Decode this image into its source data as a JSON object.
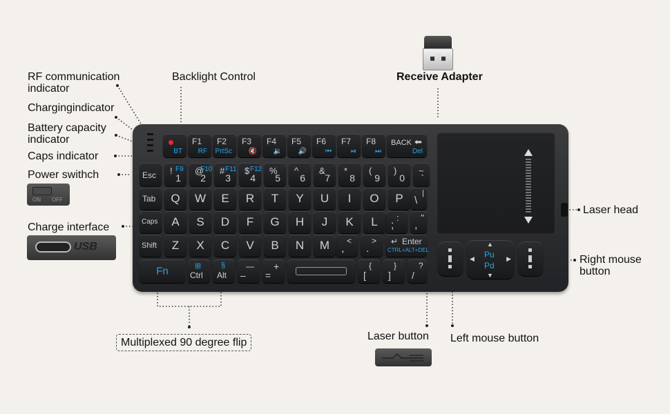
{
  "labels": {
    "rf": "RF communication\nindicator",
    "charging": "Chargingindicator",
    "battery": "Battery capacity\nindicator",
    "caps": "Caps indicator",
    "power": "Power swithch",
    "charge": "Charge interface",
    "backlight": "Backlight Control",
    "receive": "Receive Adapter",
    "laserhead": "Laser head",
    "rightmouse": "Right mouse\nbutton",
    "leftmouse": "Left mouse button",
    "laserbutton": "Laser button",
    "multiplexed": "Multiplexed 90 degree flip"
  },
  "devices": {
    "switch_on": "ON",
    "switch_off": "OFF",
    "usb": "USB"
  },
  "keys": {
    "bt": "BT",
    "f1": "F1",
    "f1b": "RF",
    "f2": "F2",
    "f2b": "PrtSc",
    "f3": "F3",
    "f4": "F4",
    "f5": "F5",
    "f6": "F6",
    "f7": "F7",
    "f8": "F8",
    "back": "BACK",
    "del": "Del",
    "esc": "Esc",
    "tab": "Tab",
    "capsk": "Caps",
    "shift": "Shift",
    "fn": "Fn",
    "ctrl": "Ctrl",
    "alt": "Alt",
    "enter": "Enter",
    "enter_sub": "CTRL+ALT+DEL",
    "pu": "Pu",
    "pd": "Pd",
    "r1": [
      [
        "!",
        "F9",
        "1"
      ],
      [
        "@",
        "F10",
        "2"
      ],
      [
        "#",
        "F11",
        "3"
      ],
      [
        "$",
        "F12",
        "4"
      ],
      [
        "%",
        "",
        "5"
      ],
      [
        "^",
        "",
        "6"
      ],
      [
        "&",
        "",
        "7"
      ],
      [
        "*",
        "",
        "8"
      ],
      [
        "(",
        "",
        "9"
      ],
      [
        ")",
        "",
        "0"
      ],
      [
        "~",
        "",
        "`"
      ]
    ],
    "r2": [
      "Q",
      "W",
      "E",
      "R",
      "T",
      "Y",
      "U",
      "I",
      "O",
      "P"
    ],
    "r3": [
      "A",
      "S",
      "D",
      "F",
      "G",
      "H",
      "J",
      "K",
      "L"
    ],
    "r4": [
      "Z",
      "X",
      "C",
      "V",
      "B",
      "N",
      "M"
    ],
    "pipe_t": "|",
    "pipe_b": "\\",
    "semi_t": ":",
    "semi_b": ";",
    "quote_t": "\"",
    "quote_b": ",",
    "lt": "<",
    "lt_b": ",",
    "gt": ">",
    "gt_b": ".",
    "minus_t": "—",
    "minus_b": "–",
    "plus_t": "+",
    "plus_b": "=",
    "lb_t": "{",
    "lb_b": "[",
    "rb_t": "}",
    "rb_b": "]",
    "q_t": "?",
    "q_b": "/"
  },
  "colors": {
    "accent_blue": "#27a6e8",
    "background": "#f4f1ec",
    "keyboard": "#2b2c2f",
    "led_red": "#e52b2b"
  }
}
